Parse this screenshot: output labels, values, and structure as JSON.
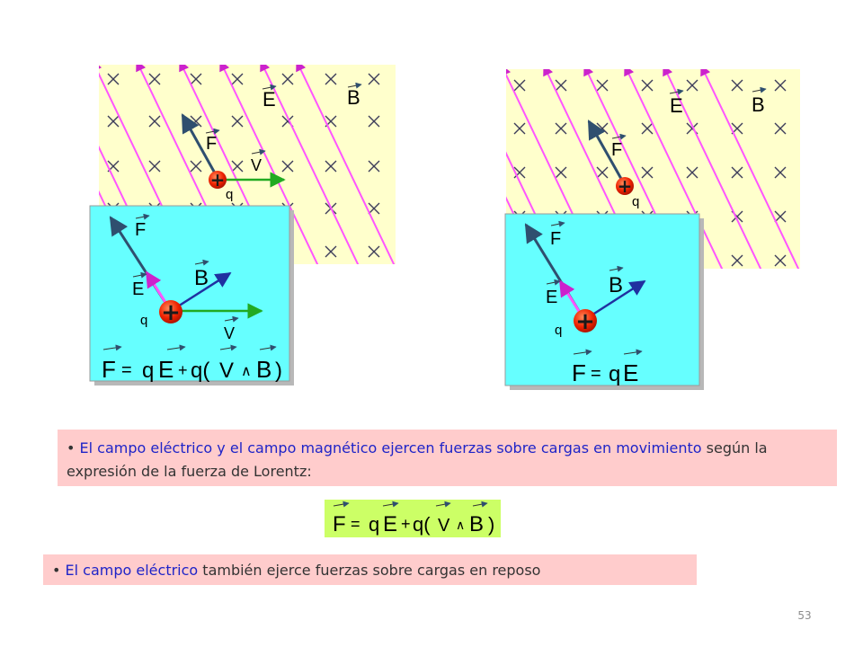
{
  "colors": {
    "field_background": "#ffffcc",
    "cross_mark": "#3c3c5a",
    "electric_field_line": "#ff55ff",
    "electric_field_line_dark": "#cc22cc",
    "force_vector": "#2f4f6f",
    "magnetic_vector": "#2030a0",
    "velocity_vector": "#22aa22",
    "zoom_panel": "#66ffff",
    "charge": "#ee2200",
    "note_background": "#ffcccc",
    "note_highlight_text": "#1f24c8",
    "equation_background": "#ccff66"
  },
  "left_figure": {
    "symbols": {
      "field_e": "E",
      "field_b": "B",
      "force": "F",
      "velocity": "V",
      "charge": "q",
      "charge_sign": "+"
    },
    "zoom": {
      "force": "F",
      "field_e": "E",
      "field_b": "B",
      "velocity": "V",
      "charge": "q",
      "charge_sign": "+",
      "equation": {
        "f": "F",
        "equals": "=",
        "q1": "q",
        "e": "E",
        "plus": "+",
        "q2": "q(",
        "v": "V",
        "cross": "∧",
        "b": "B",
        "close": ")"
      }
    }
  },
  "right_figure": {
    "symbols": {
      "field_e": "E",
      "field_b": "B",
      "force": "F",
      "charge": "q",
      "charge_sign": "+"
    },
    "zoom": {
      "force": "F",
      "field_e": "E",
      "field_b": "B",
      "charge": "q",
      "charge_sign": "+",
      "equation": {
        "f": "F",
        "equals": "=",
        "q": "q",
        "e": "E"
      }
    }
  },
  "note_moving": {
    "bullet": "•",
    "highlight": "El campo eléctrico y el campo magnético ejercen fuerzas sobre cargas en movimiento",
    "rest": " según la expresión de la fuerza de Lorentz:"
  },
  "lorentz_equation": {
    "f": "F",
    "equals": "=",
    "q1": "q",
    "e": "E",
    "plus": "+",
    "q2": "q(",
    "v": "V",
    "cross": "∧",
    "b": "B",
    "close": ")"
  },
  "note_rest": {
    "bullet": "•",
    "highlight": "El campo eléctrico",
    "rest": " también ejerce fuerzas sobre cargas en reposo"
  },
  "page_number": "53"
}
